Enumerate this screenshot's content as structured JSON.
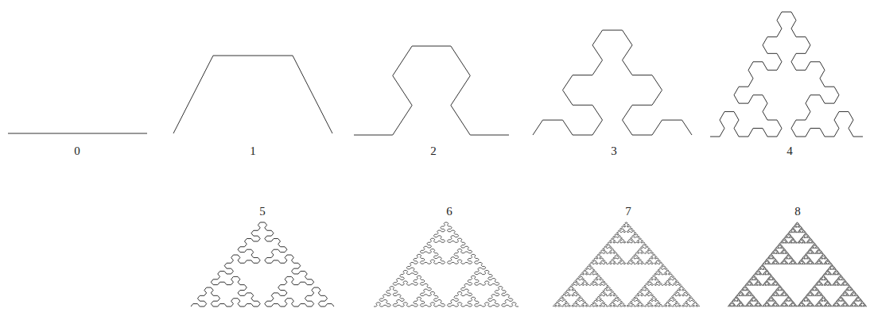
{
  "diagram": {
    "labels": [
      "0",
      "1",
      "2",
      "3",
      "4",
      "5",
      "6",
      "7",
      "8"
    ]
  }
}
